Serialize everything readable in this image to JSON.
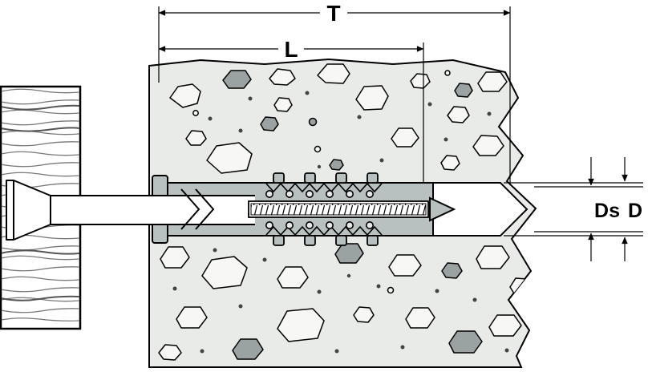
{
  "diagram": {
    "dimension_labels": {
      "total_length": "T",
      "plug_length": "L",
      "screw_diameter": "Ds",
      "hole_diameter": "D"
    },
    "colors": {
      "background": "#ffffff",
      "outline": "#000000",
      "concrete": "#e9ebe8",
      "stone_light": "#f7f8f5",
      "stone_dark": "#9aa2a2",
      "plug": "#b9c0c0",
      "knob": "#e4e7e6",
      "wood_grain": "#777777",
      "wood_grain_accent": "#555555"
    }
  }
}
